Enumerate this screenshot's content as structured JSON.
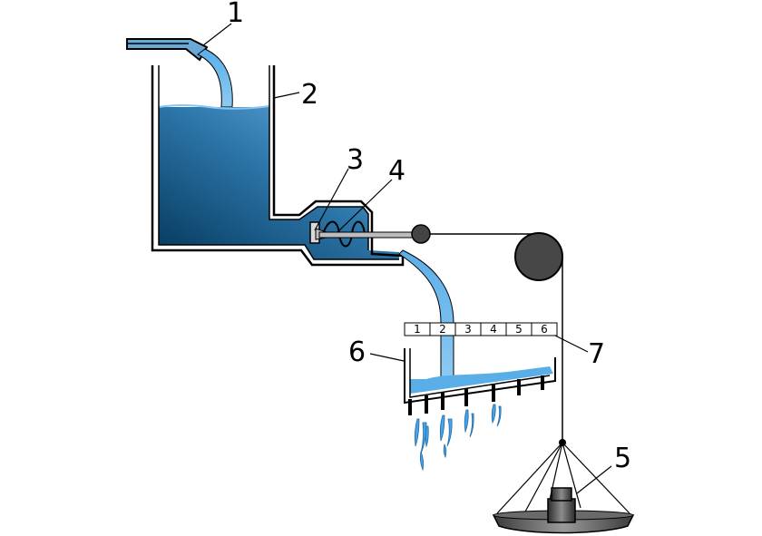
{
  "labels": {
    "l1": "1",
    "l2": "2",
    "l3": "3",
    "l4": "4",
    "l5": "5",
    "l6": "6",
    "l7": "7"
  },
  "scale": [
    "1",
    "2",
    "3",
    "4",
    "5",
    "6"
  ],
  "colors": {
    "water_dark": "#05466e",
    "water_light": "#6fb3e3",
    "stream": "#4aa3e6",
    "metal": "#474747",
    "outline": "#000000"
  }
}
